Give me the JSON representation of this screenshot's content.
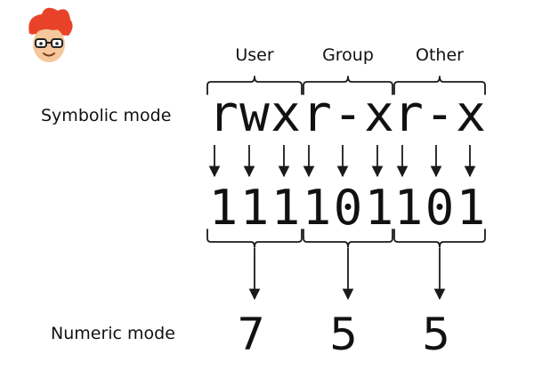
{
  "groups": [
    {
      "title": "User",
      "chars": [
        "r",
        "w",
        "x"
      ],
      "bits": [
        "1",
        "1",
        "1"
      ],
      "numeric": "7"
    },
    {
      "title": "Group",
      "chars": [
        "r",
        "-",
        "x"
      ],
      "bits": [
        "1",
        "0",
        "1"
      ],
      "numeric": "5"
    },
    {
      "title": "Other",
      "chars": [
        "r",
        "-",
        "x"
      ],
      "bits": [
        "1",
        "0",
        "1"
      ],
      "numeric": "5"
    }
  ],
  "labels": {
    "symbolic": "Symbolic mode",
    "numeric": "Numeric mode"
  },
  "logo": {
    "icon": "cartoon-avatar-icon",
    "hair_color": "#e8432a",
    "skin_color": "#f6c79a"
  }
}
